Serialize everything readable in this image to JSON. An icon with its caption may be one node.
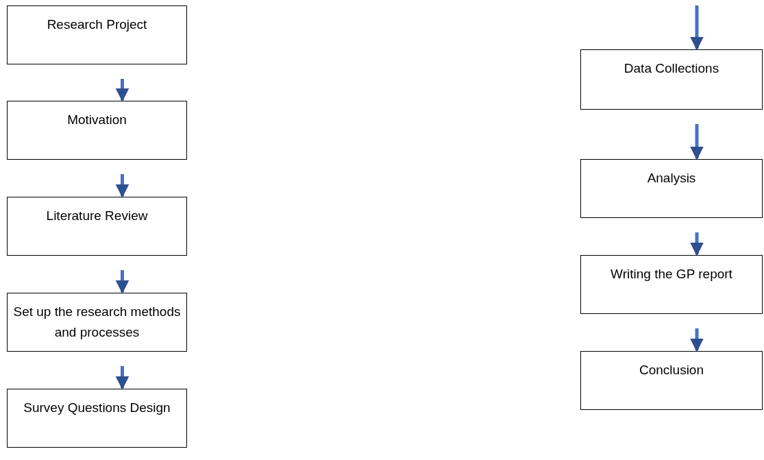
{
  "diagram": {
    "nodes": [
      {
        "text": [
          "Research Project"
        ]
      },
      {
        "text": [
          "Motivation"
        ]
      },
      {
        "text": [
          "Literature Review"
        ]
      },
      {
        "text": [
          "Set up the research methods and processes"
        ]
      },
      {
        "text": [
          "Survey Questions Design"
        ]
      },
      {
        "text": [
          "Data Collections"
        ]
      },
      {
        "text": [
          "Analysis"
        ]
      },
      {
        "text": [
          "Writing the GP report"
        ]
      },
      {
        "text": [
          "Conclusion"
        ]
      }
    ],
    "edges": [
      {
        "from": 0,
        "to": 1,
        "arrow": "to"
      },
      {
        "from": 1,
        "to": 2,
        "arrow": "to"
      },
      {
        "from": 2,
        "to": 3,
        "arrow": "to"
      },
      {
        "from": 3,
        "to": 4,
        "arrow": "to"
      },
      {
        "from": null,
        "to": 5,
        "arrow": "to"
      },
      {
        "from": 5,
        "to": 6,
        "arrow": "to"
      },
      {
        "from": 6,
        "to": 7,
        "arrow": "to"
      },
      {
        "from": 7,
        "to": 8,
        "arrow": "to"
      }
    ]
  }
}
